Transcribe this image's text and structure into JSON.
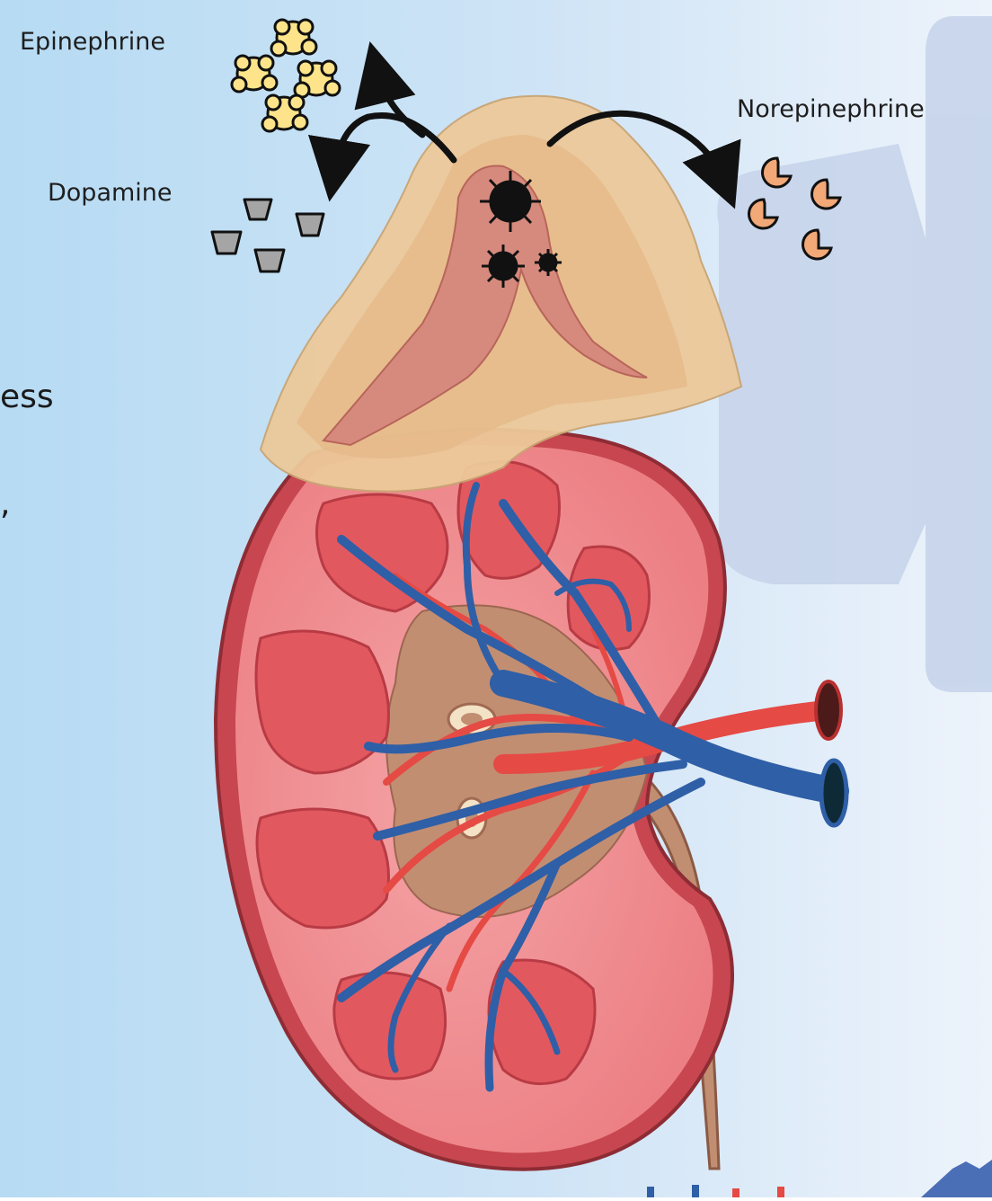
{
  "labels": {
    "epinephrine": "Epinephrine",
    "dopamine": "Dopamine",
    "norepinephrine": "Norepinephrine"
  },
  "clipped_text": {
    "line1": "ess",
    "line2": ","
  },
  "colors": {
    "background_left": "#b8dcf3",
    "background_right": "#e9f1fa",
    "panel": "#c6d4ea",
    "kidney_outer": "#f0868a",
    "kidney_cortex": "#f3a0a2",
    "pyramid": "#e56066",
    "pelvis": "#c28e72",
    "vein": "#2f5fa6",
    "artery": "#e54a44",
    "adrenal_cortex": "#ecc99a",
    "adrenal_medulla": "#d98a7a",
    "epinephrine_molecule": "#fde48a",
    "dopamine_molecule": "#a5a5a5",
    "norepinephrine_molecule": "#f2a877",
    "tumor_cells": "#111111"
  },
  "icons": [
    "epinephrine-molecule-icon",
    "dopamine-molecule-icon",
    "norepinephrine-molecule-icon",
    "tumor-cell-icon",
    "release-arrow-icon"
  ]
}
